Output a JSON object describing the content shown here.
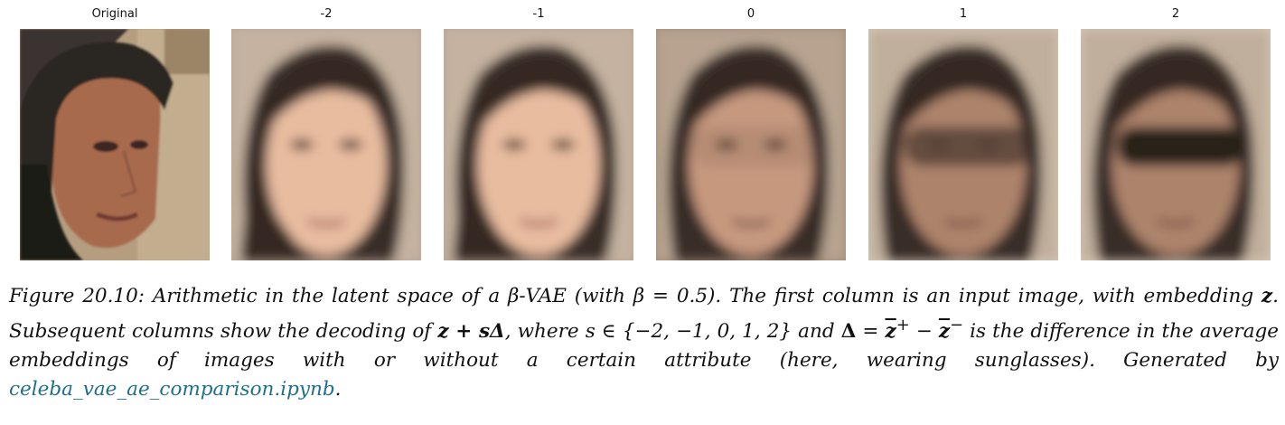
{
  "figure": {
    "panels": [
      {
        "title": "Original",
        "kind": "original"
      },
      {
        "title": "-2",
        "kind": "decoded",
        "glasses": 0.0,
        "fem": 1.0
      },
      {
        "title": "-1",
        "kind": "decoded",
        "glasses": 0.0,
        "fem": 0.7
      },
      {
        "title": "0",
        "kind": "decoded",
        "glasses": 0.1,
        "fem": 0.4
      },
      {
        "title": "1",
        "kind": "decoded",
        "glasses": 0.55,
        "fem": 0.15
      },
      {
        "title": "2",
        "kind": "decoded",
        "glasses": 1.0,
        "fem": 0.0
      }
    ]
  },
  "caption": {
    "prefix": "Figure 20.10: Arithmetic in the latent space of a ",
    "beta": "β",
    "vae": "-VAE (with ",
    "beta_eq": "β = 0.5",
    "mid1": "). The first column is an input image, with embedding ",
    "z": "z",
    "mid2": ". Subsequent columns show the decoding of ",
    "zsd": "z + sΔ",
    "mid3": ", where ",
    "set": "s ∈ {−2, −1, 0, 1, 2}",
    "mid4": " and ",
    "delta": "Δ",
    "eq": " = ",
    "zplus": "z",
    "plus_sup": "+",
    "minus": " − ",
    "zminus": "z",
    "minus_sup": "−",
    "rest": " is the difference in the average embeddings of images with or without a certain attribute (here, wearing sunglasses). Generated by ",
    "notebook": "celeba_vae_ae_comparison.ipynb",
    "end": "."
  }
}
